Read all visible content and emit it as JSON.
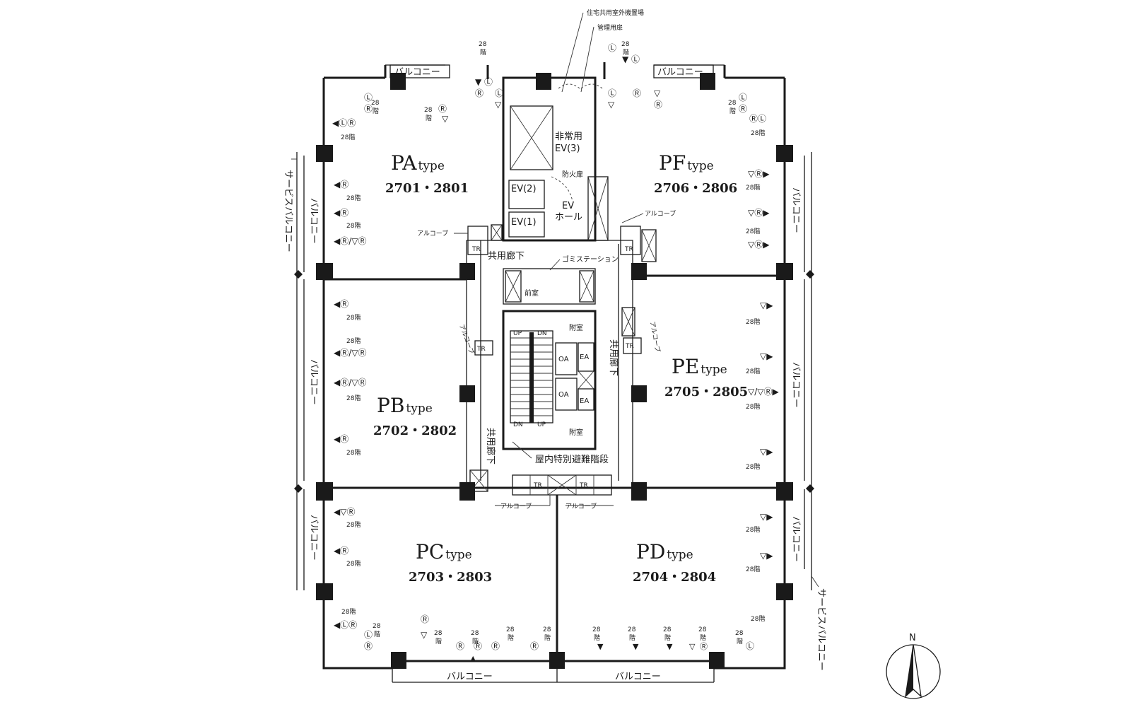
{
  "units": [
    {
      "id": "PA",
      "name": "PA",
      "suffix": "type",
      "numbers": "2701・2801"
    },
    {
      "id": "PB",
      "name": "PB",
      "suffix": "type",
      "numbers": "2702・2802"
    },
    {
      "id": "PC",
      "name": "PC",
      "suffix": "type",
      "numbers": "2703・2803"
    },
    {
      "id": "PD",
      "name": "PD",
      "suffix": "type",
      "numbers": "2704・2804"
    },
    {
      "id": "PE",
      "name": "PE",
      "suffix": "type",
      "numbers": "2705・2805"
    },
    {
      "id": "PF",
      "name": "PF",
      "suffix": "type",
      "numbers": "2706・2806"
    }
  ],
  "labels": {
    "balcony": "バルコニー",
    "service_balcony": "サービスバルコニー",
    "alcove": "アルコーブ",
    "common_corridor": "共用廊下",
    "garbage_station": "ゴミステーション",
    "front_room": "前室",
    "annex_room": "附室",
    "ev1": "EV(1)",
    "ev2": "EV(2)",
    "emergency_ev_1": "非常用",
    "emergency_ev_2": "EV(3)",
    "fire_door": "防火扉",
    "ev_hall_1": "EV",
    "ev_hall_2": "ホール",
    "tr": "TR",
    "oa": "OA",
    "ea": "EA",
    "up": "UP",
    "dn": "DN",
    "evac_stairs": "屋内特別避難階段",
    "outdoor_unit_area": "住宅共用室外機置場",
    "maintenance_door": "管理用扉",
    "floor_28": "28階",
    "floor_28_num": "28",
    "floor_char": "階",
    "north": "N"
  }
}
